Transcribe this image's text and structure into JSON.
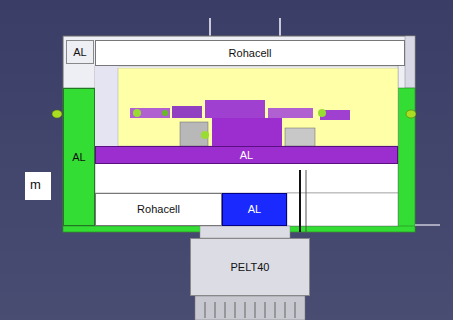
{
  "diagram": {
    "nodes": [
      {
        "text": [
          "AL"
        ]
      },
      {
        "text": [
          "Rohacell"
        ]
      },
      {
        "text": [
          "AL"
        ]
      },
      {
        "text": [
          "AL"
        ]
      },
      {
        "text": [
          "Rohacell"
        ]
      },
      {
        "text": [
          "AL"
        ]
      },
      {
        "text": [
          "PELT40"
        ]
      }
    ],
    "labels": [
      "m"
    ]
  }
}
